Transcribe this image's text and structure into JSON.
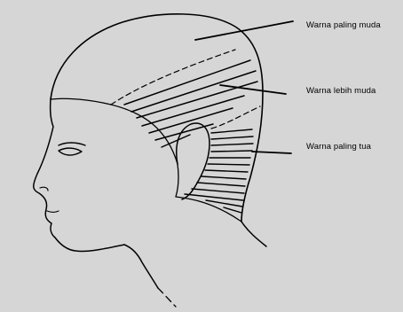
{
  "diagram": {
    "labels": [
      {
        "text": "Warna paling muda"
      },
      {
        "text": "Warna lebih muda"
      },
      {
        "text": "Warna paling tua"
      }
    ],
    "colors": {
      "background": "#d6d6d6",
      "ink": "#000000"
    }
  }
}
